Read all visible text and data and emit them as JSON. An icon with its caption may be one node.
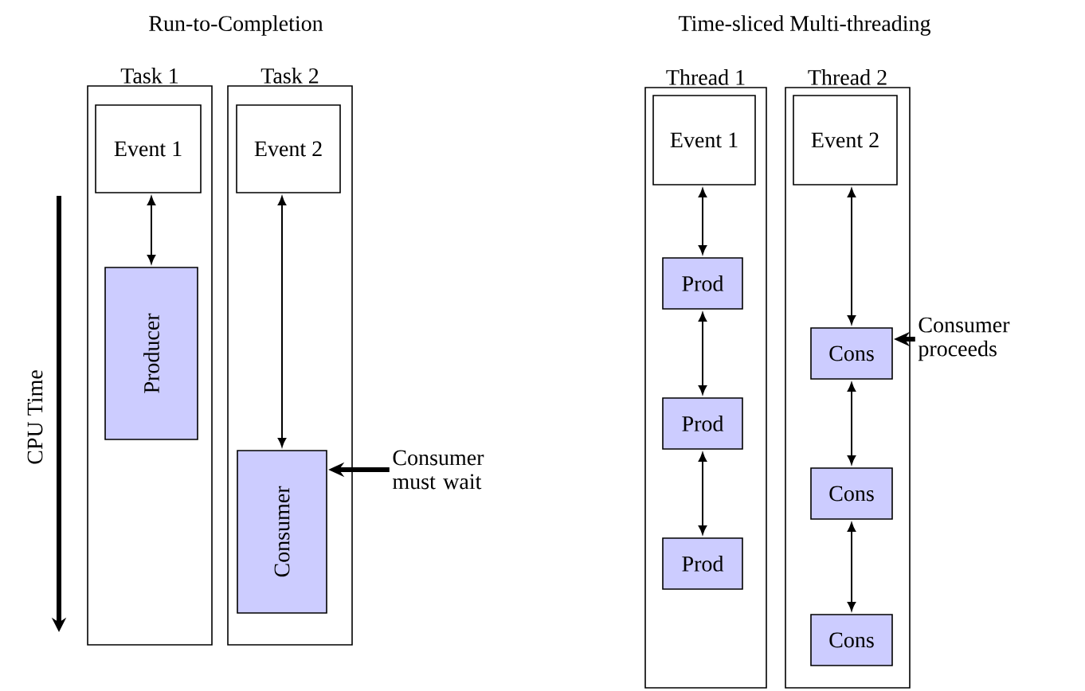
{
  "diagram": {
    "nodes": [
      {
        "text": [
          "Task 1"
        ]
      },
      {
        "text": [
          "Event 1"
        ],
        "in": 0
      },
      {
        "text": [
          "Producer"
        ],
        "in": 0
      },
      {
        "text": [
          "Task 2"
        ]
      },
      {
        "text": [
          "Event 2"
        ],
        "in": 3
      },
      {
        "text": [
          "Consumer"
        ],
        "in": 3
      },
      {
        "text": [
          "Consumer must wait"
        ]
      },
      {
        "text": [
          "Thread 1"
        ]
      },
      {
        "text": [
          "Event 1"
        ],
        "in": 7
      },
      {
        "text": [
          "Prod"
        ],
        "in": 7
      },
      {
        "text": [
          "Prod"
        ],
        "in": 7
      },
      {
        "text": [
          "Prod"
        ],
        "in": 7
      },
      {
        "text": [
          "Thread 2"
        ]
      },
      {
        "text": [
          "Event 2"
        ],
        "in": 12
      },
      {
        "text": [
          "Cons"
        ],
        "in": 12
      },
      {
        "text": [
          "Cons"
        ],
        "in": 12
      },
      {
        "text": [
          "Cons"
        ],
        "in": 12
      },
      {
        "text": [
          "Consumer proceeds"
        ]
      }
    ],
    "edges": [
      {
        "from": 1,
        "to": 2,
        "arrow": "both"
      },
      {
        "from": 4,
        "to": 5,
        "arrow": "both"
      },
      {
        "from": 6,
        "to": 5,
        "arrow": "to",
        "style": "thick"
      },
      {
        "from": 8,
        "to": 9,
        "arrow": "both"
      },
      {
        "from": 9,
        "to": 10,
        "arrow": "both"
      },
      {
        "from": 10,
        "to": 11,
        "arrow": "both"
      },
      {
        "from": 13,
        "to": 14,
        "arrow": "both"
      },
      {
        "from": 14,
        "to": 15,
        "arrow": "both"
      },
      {
        "from": 15,
        "to": 16,
        "arrow": "both"
      },
      {
        "from": 17,
        "to": 14,
        "arrow": "to",
        "style": "thick"
      }
    ],
    "labels": [
      "Run-to-Completion",
      "Time-sliced Multi-threading",
      "CPU Time"
    ]
  }
}
